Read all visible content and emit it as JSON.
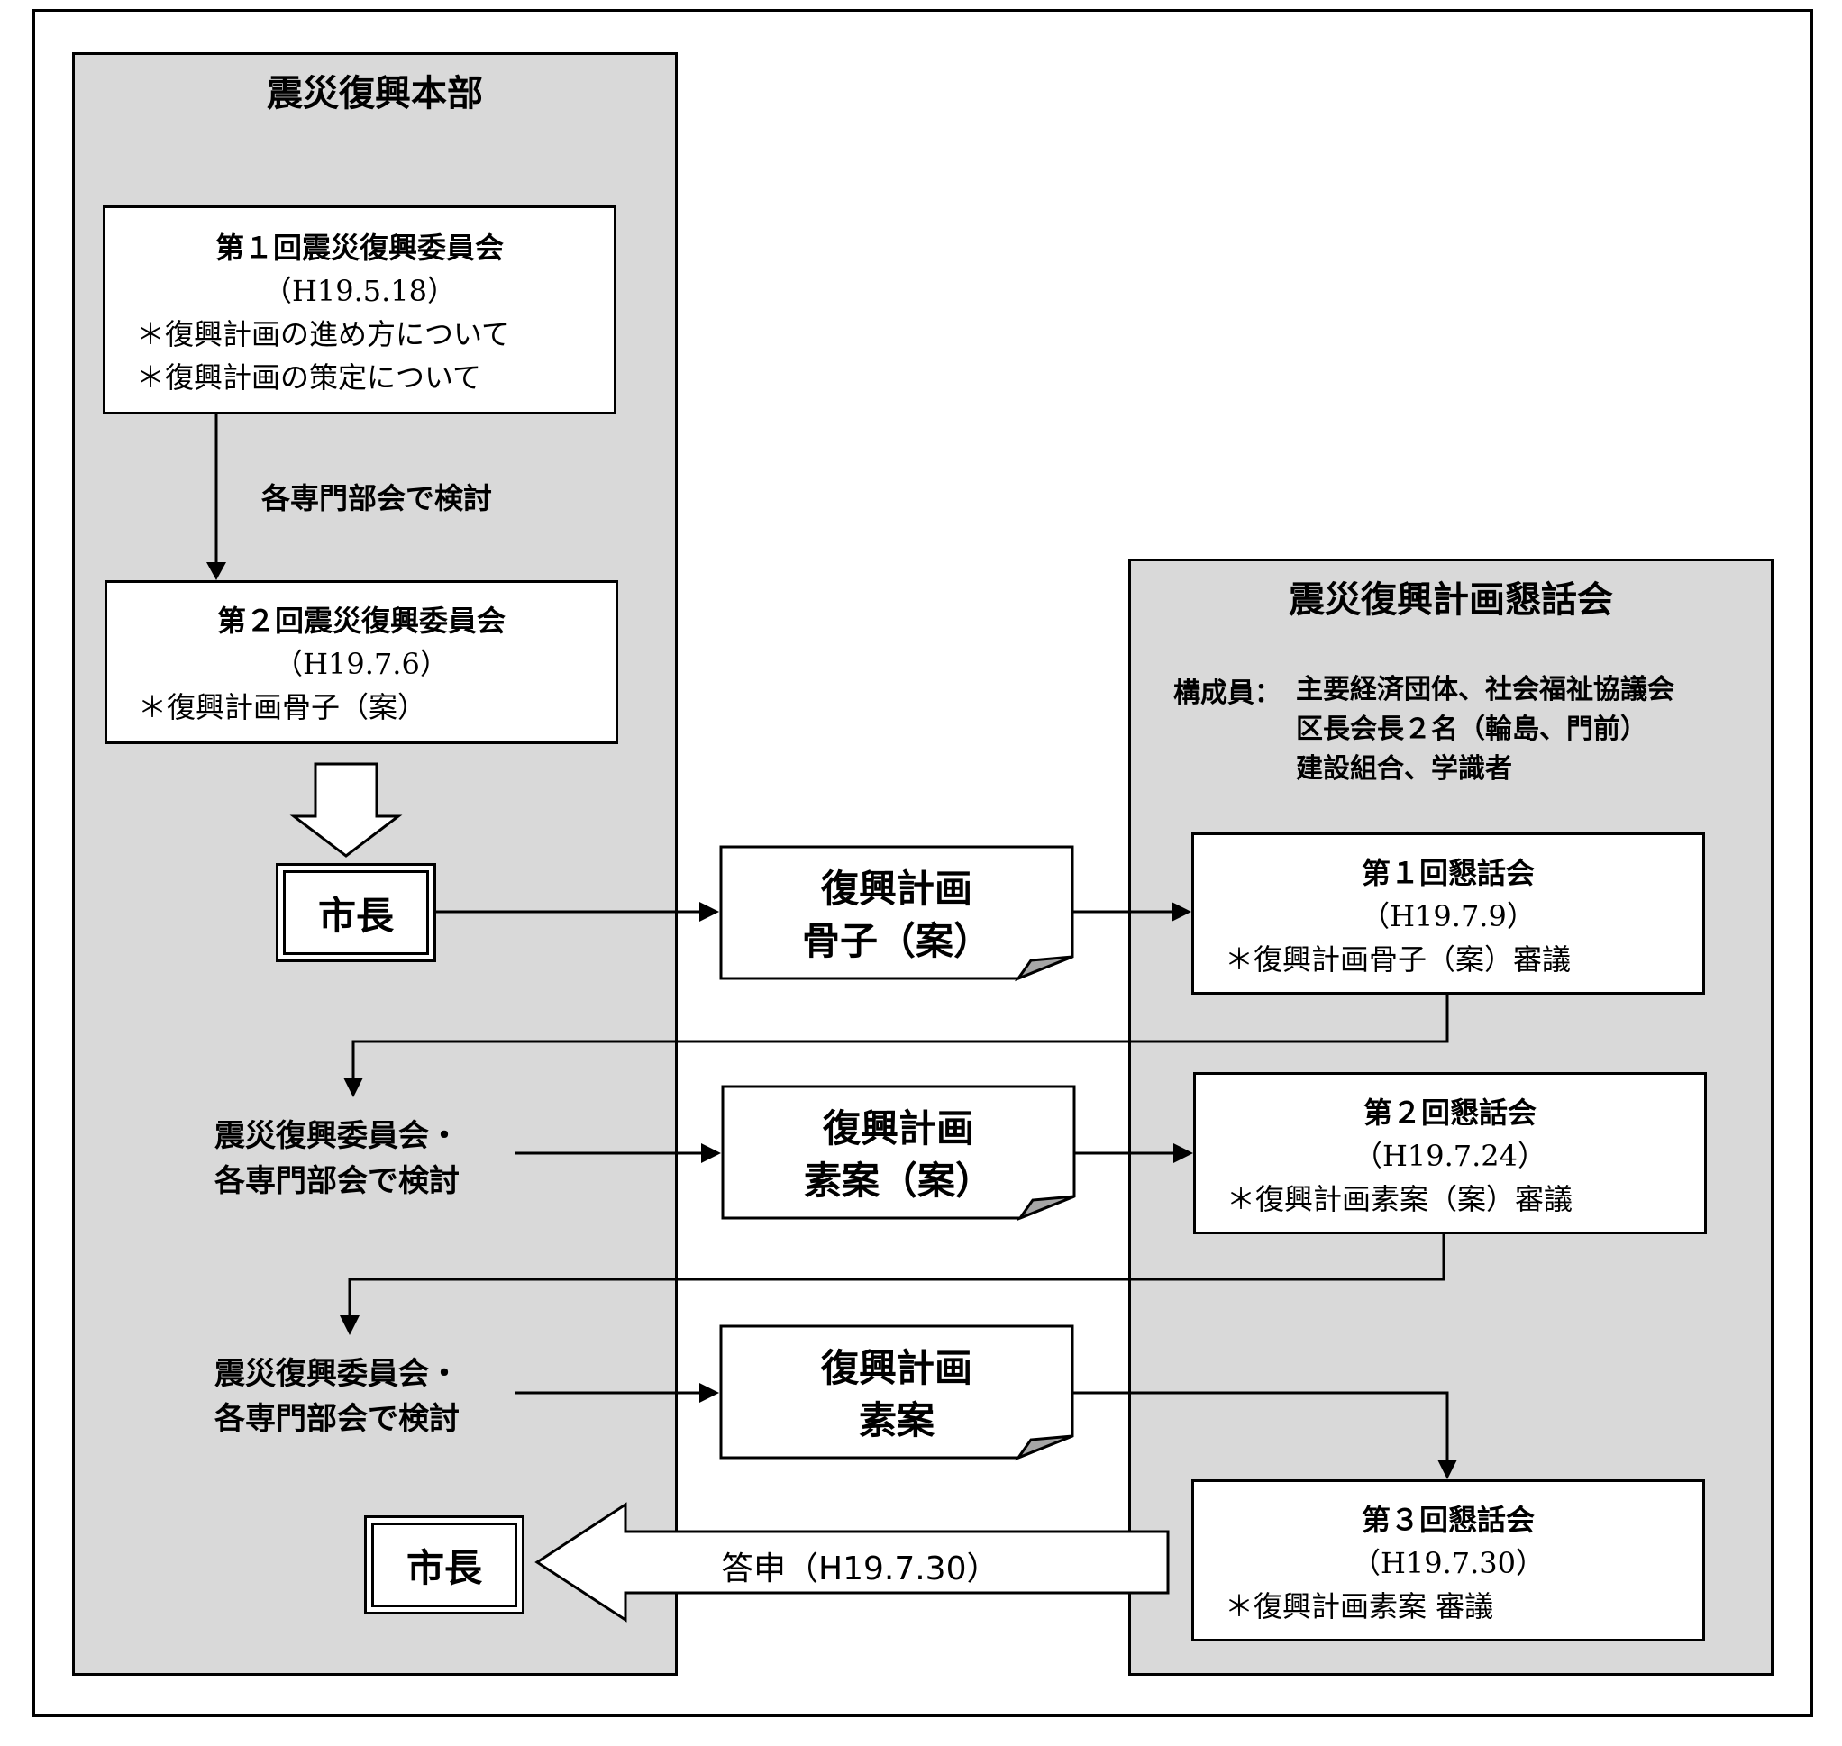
{
  "left_panel": {
    "title": "震災復興本部"
  },
  "right_panel": {
    "title": "震災復興計画懇話会",
    "members_label": "構成員：",
    "members_lines": [
      "主要経済団体、社会福祉協議会",
      "区長会長２名（輪島、門前）",
      "建設組合、学識者"
    ]
  },
  "committee1": {
    "title": "第１回震災復興委員会",
    "date": "（H19.5.18）",
    "items": [
      "＊復興計画の進め方について",
      "＊復興計画の策定について"
    ]
  },
  "review_label": "各専門部会で検討",
  "committee2": {
    "title": "第２回震災復興委員会",
    "date": "（H19.7.6）",
    "items": [
      "＊復興計画骨子（案）"
    ]
  },
  "mayor_label": "市長",
  "doc1": {
    "lines": [
      "復興計画",
      "骨子（案）"
    ]
  },
  "doc2": {
    "lines": [
      "復興計画",
      "素案（案）"
    ]
  },
  "doc3": {
    "lines": [
      "復興計画",
      "素案"
    ]
  },
  "meeting1": {
    "title": "第１回懇話会",
    "date": "（H19.7.9）",
    "item": "＊復興計画骨子（案）審議"
  },
  "meeting2": {
    "title": "第２回懇話会",
    "date": "（H19.7.24）",
    "item": "＊復興計画素案（案）審議"
  },
  "meeting3": {
    "title": "第３回懇話会",
    "date": "（H19.7.30）",
    "item": "＊復興計画素案 審議"
  },
  "joint_review": {
    "lines": [
      "震災復興委員会・",
      "各専門部会で検討"
    ]
  },
  "report_label": "答申（H19.7.30）"
}
